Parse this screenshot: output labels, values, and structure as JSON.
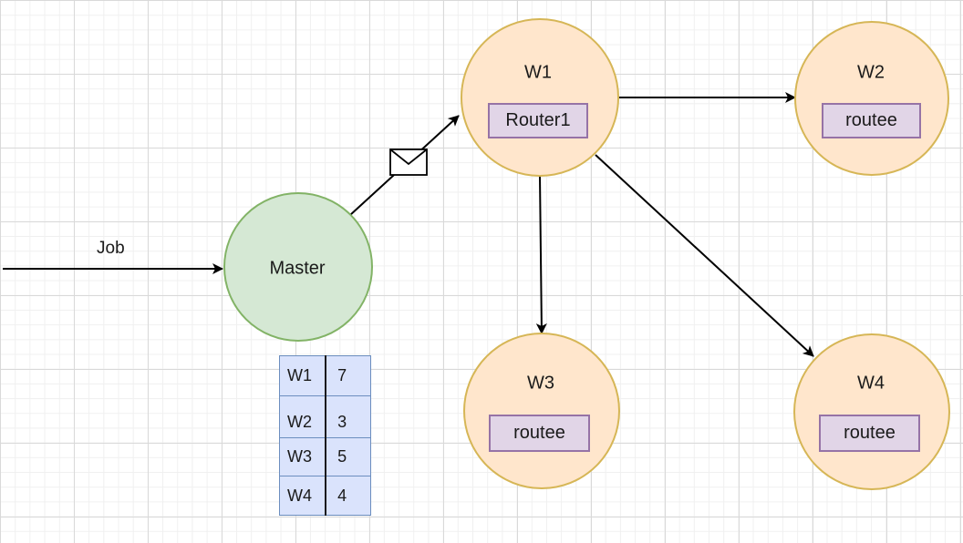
{
  "edges": {
    "job_label": "Job"
  },
  "nodes": {
    "master": {
      "label": "Master"
    },
    "w1": {
      "label": "W1",
      "inner": "Router1"
    },
    "w2": {
      "label": "W2",
      "inner": "routee"
    },
    "w3": {
      "label": "W3",
      "inner": "routee"
    },
    "w4": {
      "label": "W4",
      "inner": "routee"
    }
  },
  "load_table": {
    "rows": [
      {
        "worker": "W1",
        "count": "7"
      },
      {
        "worker": "W2",
        "count": "3"
      },
      {
        "worker": "W3",
        "count": "5"
      },
      {
        "worker": "W4",
        "count": "4"
      }
    ]
  },
  "colors": {
    "master_fill": "#d5e8d4",
    "master_stroke": "#82b366",
    "worker_fill": "#ffe6cc",
    "worker_stroke": "#d6b656",
    "inner_fill": "#e1d5e7",
    "inner_stroke": "#9673a6",
    "table_fill": "#dae3fc",
    "table_stroke": "#6c8ebf"
  },
  "icons": {
    "message": "envelope-icon"
  }
}
